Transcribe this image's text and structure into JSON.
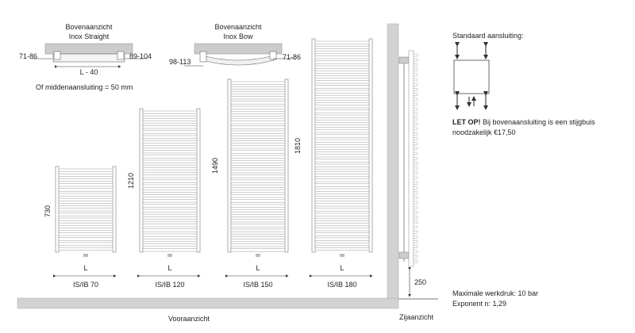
{
  "top_views": {
    "straight": {
      "heading": "Bovenaanzicht",
      "subheading": "Inox Straight",
      "left_dim": "71-86",
      "right_dim": "89-104",
      "width_label": "L - 40"
    },
    "bow": {
      "heading": "Bovenaanzicht",
      "subheading": "Inox Bow",
      "left_dim": "98-113",
      "right_dim": "71-86"
    },
    "center_note": "Of middenaansluiting = 50 mm"
  },
  "radiators": [
    {
      "model": "IS/IB 70",
      "height": "730",
      "width": "L"
    },
    {
      "model": "IS/IB 120",
      "height": "1210",
      "width": "L"
    },
    {
      "model": "IS/IB 150",
      "height": "1490",
      "width": "L"
    },
    {
      "model": "IS/IB 180",
      "height": "1810",
      "width": "L"
    }
  ],
  "floor_gap": "250",
  "front_view_label": "Vooraanzicht",
  "side_view_label": "Zijaanzicht",
  "connection": {
    "title": "Standaard aansluiting:",
    "warning_bold": "LET OP!",
    "warning_text": " Bij bovenaansluiting is een stijgbuis",
    "warning_text2": "noodzakelijk €17,50"
  },
  "specs": {
    "pressure": "Maximale werkdruk: 10 bar",
    "exponent": "Exponent n: 1,29"
  }
}
